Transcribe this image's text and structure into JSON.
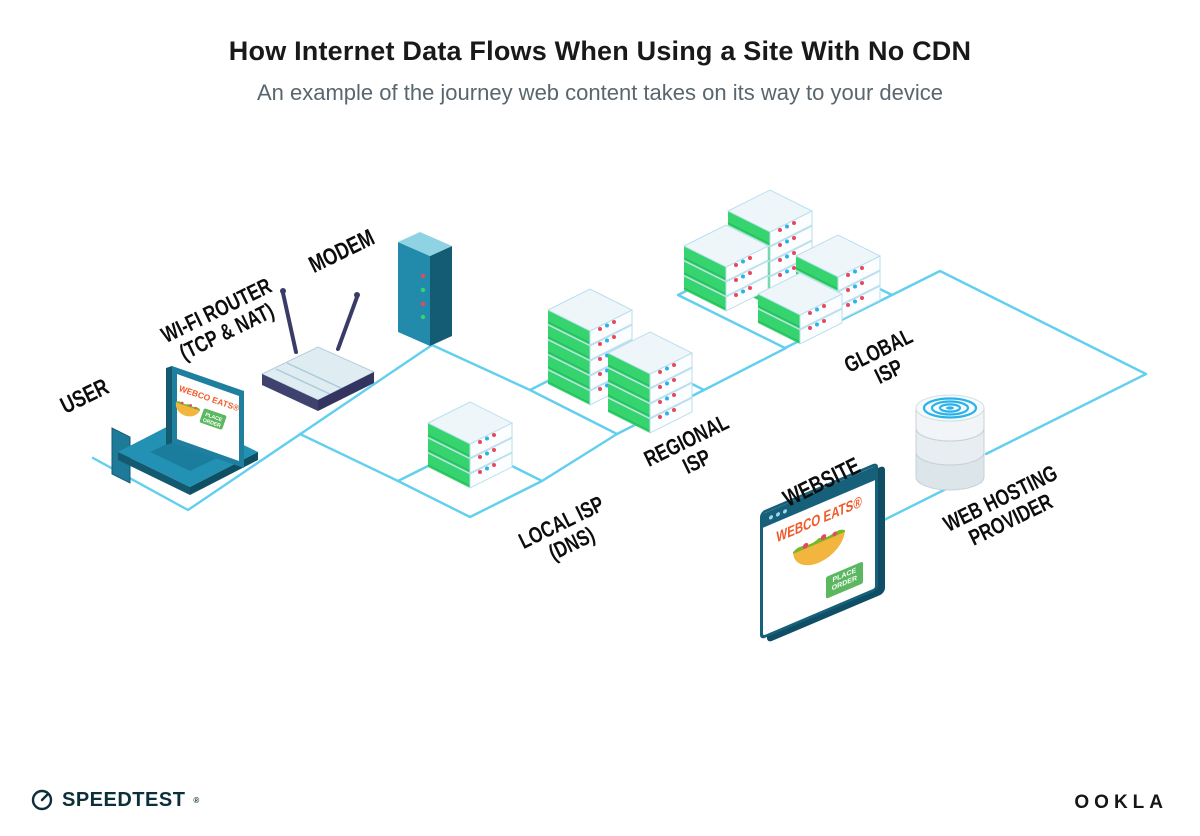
{
  "header": {
    "title": "How Internet Data Flows When Using a Site With No CDN",
    "subtitle": "An example of the journey web content takes on its way to your device"
  },
  "labels": {
    "user": "USER",
    "router_line1": "WI-FI ROUTER",
    "router_line2": "(TCP & NAT)",
    "modem": "MODEM",
    "local_isp_line1": "LOCAL ISP",
    "local_isp_line2": "(DNS)",
    "regional_isp_line1": "REGIONAL",
    "regional_isp_line2": "ISP",
    "global_isp_line1": "GLOBAL",
    "global_isp_line2": "ISP",
    "website": "WEBSITE",
    "hosting_line1": "WEB HOSTING",
    "hosting_line2": "PROVIDER"
  },
  "laptop_screen": {
    "brand": "WEBCO EATS®",
    "order_button_line1": "PLACE",
    "order_button_line2": "ORDER"
  },
  "website_window": {
    "brand": "WEBCO EATS®",
    "order_button_line1": "PLACE",
    "order_button_line2": "ORDER"
  },
  "footer": {
    "speedtest": "SPEEDTEST",
    "speedtest_mark": "®",
    "ookla": "OOKLA"
  },
  "colors": {
    "line": "#62cfef",
    "server_green": "#35d46e",
    "dark_teal": "#1b7d9e",
    "navy": "#3f416f",
    "orange": "#f05a28",
    "button_green": "#5cb860",
    "title_text": "#191919",
    "subtitle_text": "#59666e"
  }
}
